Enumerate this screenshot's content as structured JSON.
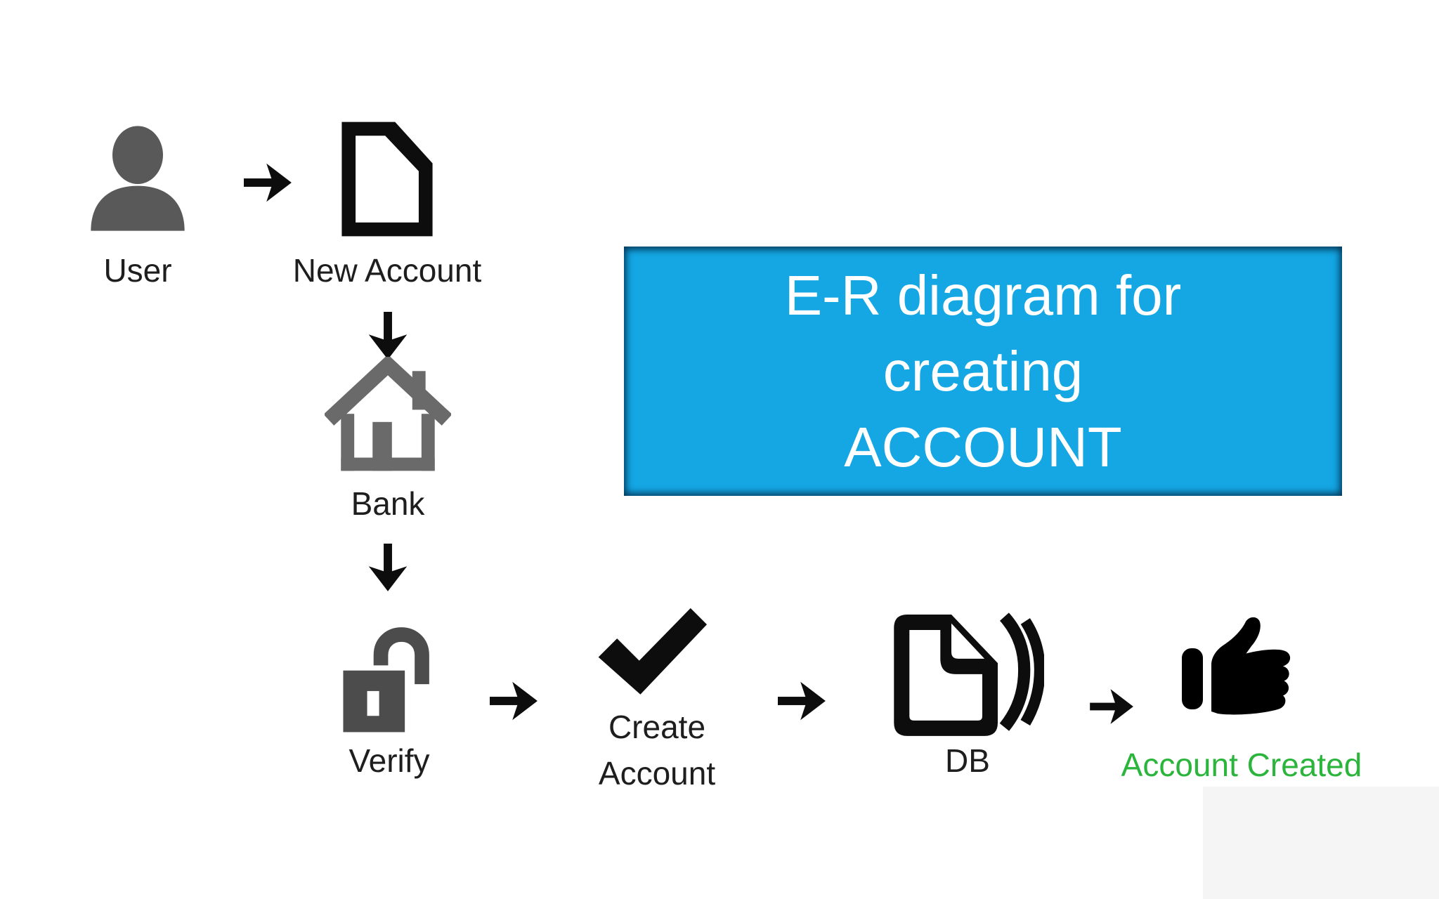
{
  "title_box": {
    "line1": "E-R diagram for",
    "line2": "creating",
    "line3": "ACCOUNT"
  },
  "labels": {
    "user": "User",
    "new_account": "New Account",
    "bank": "Bank",
    "verify": "Verify",
    "create_account": "Create Account",
    "db": "DB",
    "account_created": "Account Created"
  },
  "icons": [
    "user-icon",
    "document-icon",
    "house-icon",
    "unlock-icon",
    "checkmark-icon",
    "documents-stack-icon",
    "thumbs-up-icon",
    "arrow-right-icon",
    "arrow-down-icon"
  ],
  "colors": {
    "background": "#ffffff",
    "title_box_bg": "#14a7e4",
    "title_text": "#ffffff",
    "success_green": "#2cb53c",
    "icon_black": "#0d0d0d",
    "user_gray": "#595959",
    "bank_gray": "#6a6a6a",
    "lock_gray": "#4c4c4c",
    "label_dark": "#1e1e1e"
  }
}
